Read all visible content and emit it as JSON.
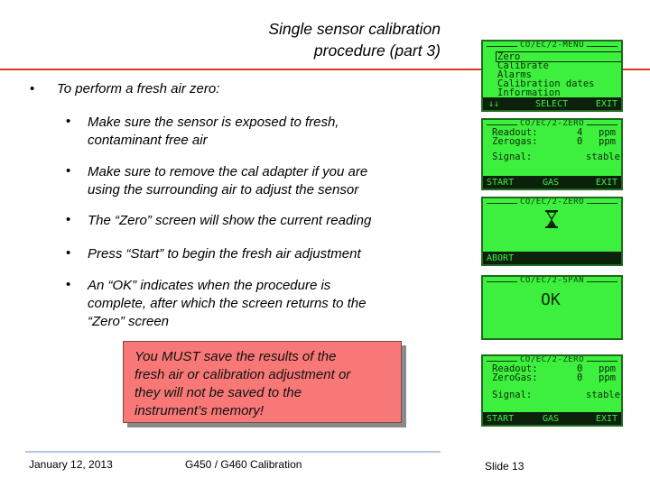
{
  "title": {
    "line1": "Single sensor calibration",
    "line2": "procedure (part 3)"
  },
  "bullets": {
    "main": "To perform a fresh air zero:",
    "main_marker": "•",
    "sub_marker": "•",
    "sub": [
      [
        "Make sure the sensor is exposed to fresh,",
        "contaminant free air"
      ],
      [
        "Make sure to remove the cal adapter if you are",
        "using the surrounding air to adjust the sensor"
      ],
      [
        "The “Zero” screen will show the current reading"
      ],
      [
        "Press “Start” to begin the fresh air adjustment"
      ],
      [
        "An “OK” indicates when the procedure is",
        "complete, after which the screen returns to the",
        "“Zero” screen"
      ]
    ]
  },
  "callout": {
    "lines": [
      "You MUST save the results of the",
      "fresh air or calibration adjustment or",
      "they will not be saved to the",
      "instrument’s memory!"
    ]
  },
  "footer": {
    "date": "January 12, 2013",
    "center": "G450 / G460 Calibration",
    "slide": "Slide 13"
  },
  "screens": {
    "menu": {
      "header": "CO/EC/2-MENU",
      "items": [
        "Zero",
        "Calibrate",
        "Alarms",
        "Calibration dates",
        "Information"
      ],
      "keys": [
        "↓↓",
        "SELECT",
        "EXIT"
      ]
    },
    "zero1": {
      "header": "CO/EC/2-ZERO",
      "readout_label": "Readout:",
      "readout_value": "4",
      "readout_unit": "ppm",
      "zerogas_label": "Zerogas:",
      "zerogas_value": "0",
      "zerogas_unit": "ppm",
      "signal_label": "Signal:",
      "signal_value": "stable",
      "keys": [
        "START",
        "GAS",
        "EXIT"
      ]
    },
    "zero2": {
      "header": "CO/EC/2-ZERO",
      "icon": "hourglass-icon",
      "keys": [
        "ABORT"
      ]
    },
    "span": {
      "header": "CO/EC/2-SPAN",
      "ok": "OK"
    },
    "zero3": {
      "header": "CO/EC/2-ZERO",
      "readout_label": "Readout:",
      "readout_value": "0",
      "readout_unit": "ppm",
      "zerogas_label": "ZeroGas:",
      "zerogas_value": "0",
      "zerogas_unit": "ppm",
      "signal_label": "Signal:",
      "signal_value": "stable",
      "keys": [
        "START",
        "GAS",
        "EXIT"
      ]
    }
  },
  "colors": {
    "title_rule": "#e0342d",
    "callout_fill": "#f87877",
    "lcd_green": "#3df03d",
    "footer_rule": "#b9c3e6"
  }
}
